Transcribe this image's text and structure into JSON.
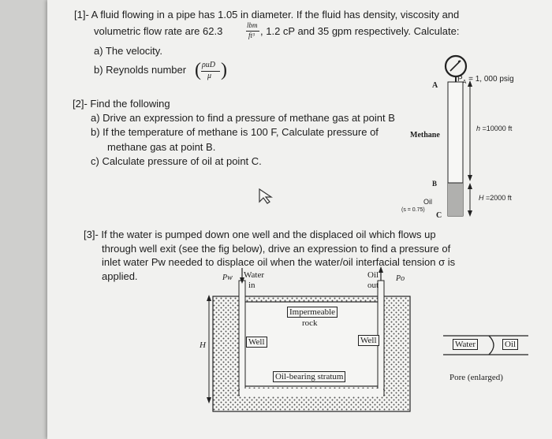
{
  "problem1": {
    "line1": "[1]- A fluid flowing in a pipe has 1.05 in diameter. If the fluid has density, viscosity and",
    "line2_a": "volumetric flow rate are 62.3",
    "unit_num": "lbm",
    "unit_den": "ft³",
    "line2_b": ", 1.2 cP and 35 gpm respectively. Calculate:",
    "part_a": "a)  The velocity.",
    "part_b": "b)  Reynolds number",
    "formula_num": "ρuD",
    "formula_den": "μ"
  },
  "problem2": {
    "title": "[2]- Find the following",
    "part_a": "a)  Drive an expression to find a pressure of methane gas at point B",
    "part_b_1": "b)  If the temperature of methane is 100 F, Calculate pressure of",
    "part_b_2": "methane gas at point B.",
    "part_c": "c)  Calculate pressure of oil at point C."
  },
  "well_figure": {
    "point_a": "A",
    "pa_label": "P",
    "pa_sub": "A",
    "pa_value": "= 1, 000 psig",
    "h_label": "h",
    "h_value": "=10000 ft",
    "methane": "Methane",
    "point_b": "B",
    "oil": "Oil",
    "oil_sg": "(s = 0.75)",
    "point_c": "C",
    "H_label": "H",
    "H_value": "=2000 ft"
  },
  "problem3": {
    "line1": "[3]- If the water is pumped down one well and the displaced oil which flows up",
    "line2": "through well exit (see the fig below), drive an expression to find a pressure of",
    "line3": "inlet water Pw needed to displace oil when the water/oil interfacial tension σ is",
    "line4": "applied."
  },
  "reservoir_figure": {
    "pw": "Pw",
    "water_in_1": "Water",
    "water_in_2": "in",
    "oil_out_1": "Oil",
    "oil_out_2": "out",
    "po": "Po",
    "impermeable_1": "Impermeable",
    "impermeable_2": "rock",
    "well_left": "Well",
    "well_right": "Well",
    "stratum": "Oil-bearing stratum",
    "H": "H",
    "pore_water": "Water",
    "pore_oil": "Oil",
    "pore_caption": "Pore (enlarged)"
  }
}
